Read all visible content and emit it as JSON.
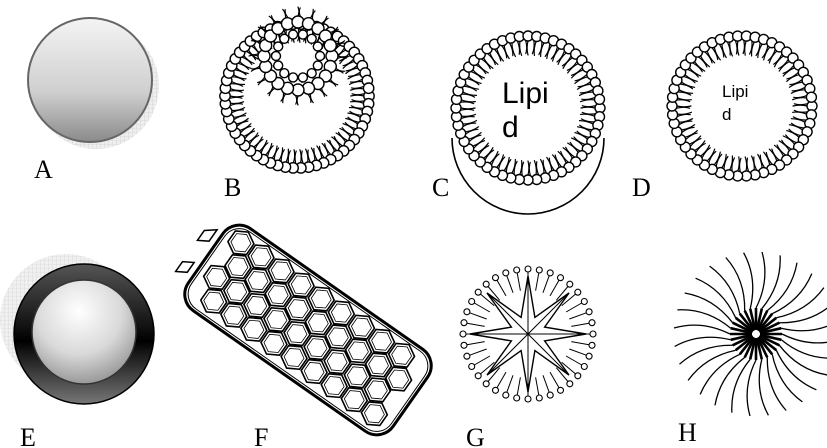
{
  "figure": {
    "panels": [
      {
        "id": "A",
        "letter": "A",
        "kind": "solid-nanoparticle"
      },
      {
        "id": "B",
        "letter": "B",
        "kind": "liposome-with-inner-vesicle"
      },
      {
        "id": "C",
        "letter": "C",
        "kind": "lipid-core-monolayer-shell",
        "inner_label": "Lipi\nd"
      },
      {
        "id": "D",
        "letter": "D",
        "kind": "lipid-core-monolayer",
        "inner_label": "Lipi\nd"
      },
      {
        "id": "E",
        "letter": "E",
        "kind": "core-shell-nanoparticle"
      },
      {
        "id": "F",
        "letter": "F",
        "kind": "carbon-nanotube"
      },
      {
        "id": "G",
        "letter": "G",
        "kind": "dendrimer"
      },
      {
        "id": "H",
        "letter": "H",
        "kind": "polymeric-micelle"
      }
    ],
    "colors": {
      "stroke": "#000000",
      "background": "#ffffff",
      "gradient_light": "#ffffff",
      "gradient_dark": "#9a9a9a",
      "shell_dark": "#111111"
    }
  }
}
